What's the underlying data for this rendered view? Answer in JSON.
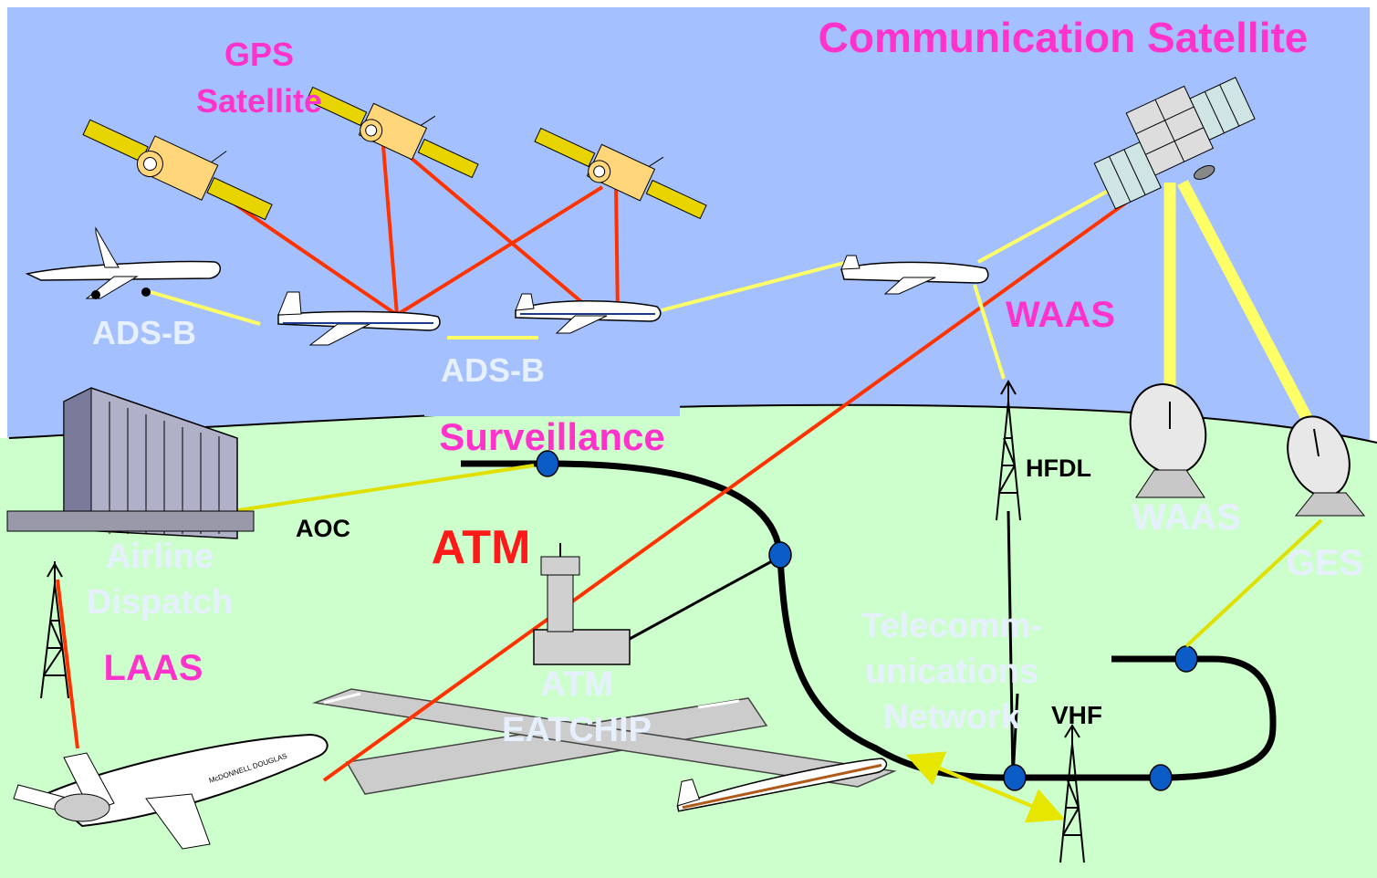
{
  "colors": {
    "sky": "#a4c0ff",
    "ground": "#ccffcc",
    "gps_link": "#ff3300",
    "datalink": "#ffff66",
    "network": "#000000",
    "node": "#0b5cc7",
    "magenta_label": "#ff33cc",
    "atm_red": "#ff1a1a",
    "faint_label": "#e6f0ff"
  },
  "labels": {
    "gps_satellite_line1": "GPS",
    "gps_satellite_line2": "Satellite",
    "comm_satellite": "Communication Satellite",
    "adsb_left": "ADS-B",
    "adsb_center": "ADS-B",
    "waas_sky": "WAAS",
    "surveillance": "Surveillance",
    "hfdl": "HFDL",
    "aoc": "AOC",
    "atm": "ATM",
    "airline_dispatch_line1": "Airline",
    "airline_dispatch_line2": "Dispatch",
    "laas": "LAAS",
    "waas_ground": "WAAS",
    "ges": "GES",
    "telecom_line1": "Telecomm-",
    "telecom_line2": "unications",
    "telecom_line3": "Network",
    "vhf": "VHF",
    "atm_eatchip_line1": "ATM",
    "atm_eatchip_line2": "EATCHIP",
    "aircraft_text": "McDONNELL DOUGLAS"
  }
}
